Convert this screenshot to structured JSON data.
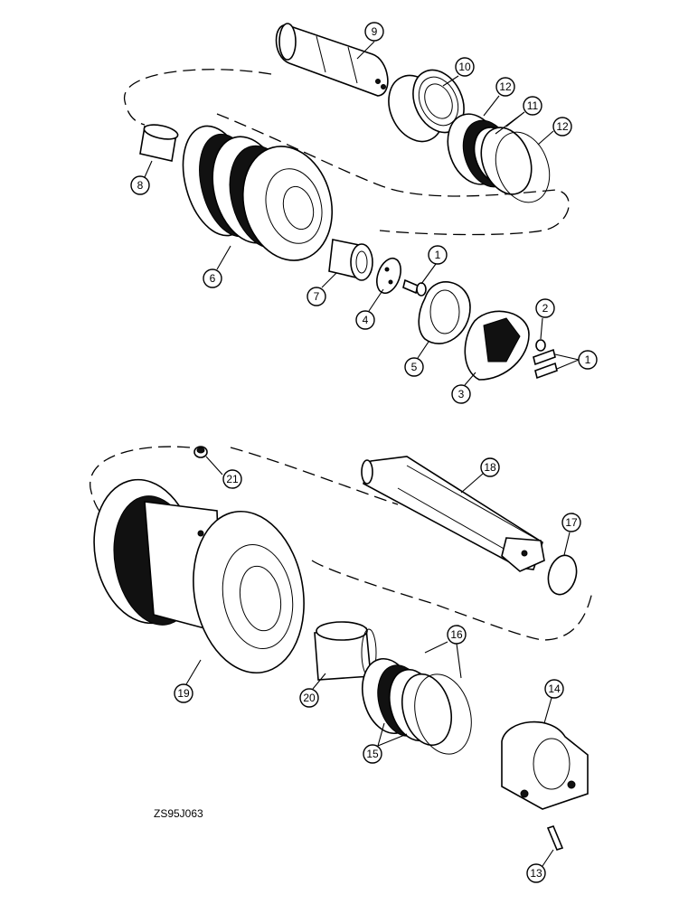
{
  "drawing": {
    "code": "ZS95J063",
    "callouts": [
      "1",
      "2",
      "3",
      "4",
      "5",
      "6",
      "7",
      "8",
      "9",
      "10",
      "11",
      "12",
      "13",
      "14",
      "15",
      "16",
      "17",
      "18",
      "19",
      "20",
      "21"
    ]
  }
}
